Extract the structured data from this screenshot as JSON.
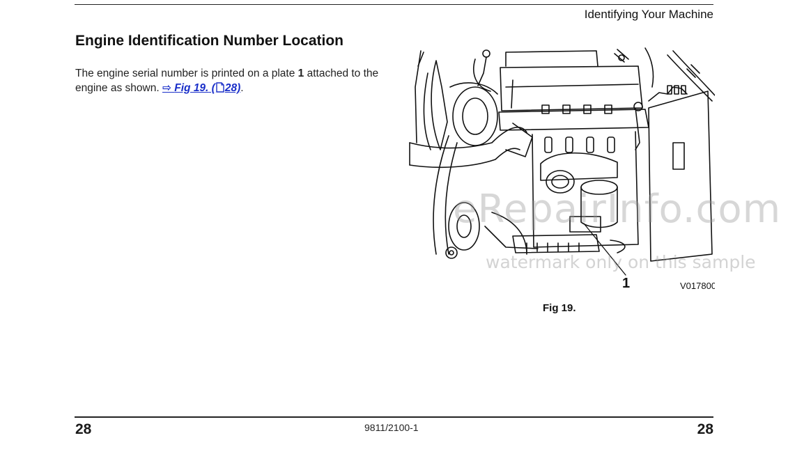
{
  "header": {
    "title": "Identifying Your Machine"
  },
  "section": {
    "title": "Engine Identification Number Location",
    "para_part1": "The engine serial number is printed on a plate ",
    "para_bold": "1",
    "para_part2": " attached to the engine as shown. ",
    "xref_arrow": "⇨",
    "xref_text": "Fig 19.",
    "xref_page_open": " (",
    "xref_page_icon": "page-icon",
    "xref_page": "28)",
    "para_end": "."
  },
  "figure": {
    "callout_number": "1",
    "ref_code": "V017800",
    "caption": "Fig 19."
  },
  "watermark": {
    "line1": "eRepairInfo.com",
    "line2": "watermark only on this sample"
  },
  "footer": {
    "page_left": "28",
    "doc_code": "9811/2100-1",
    "page_right": "28"
  }
}
